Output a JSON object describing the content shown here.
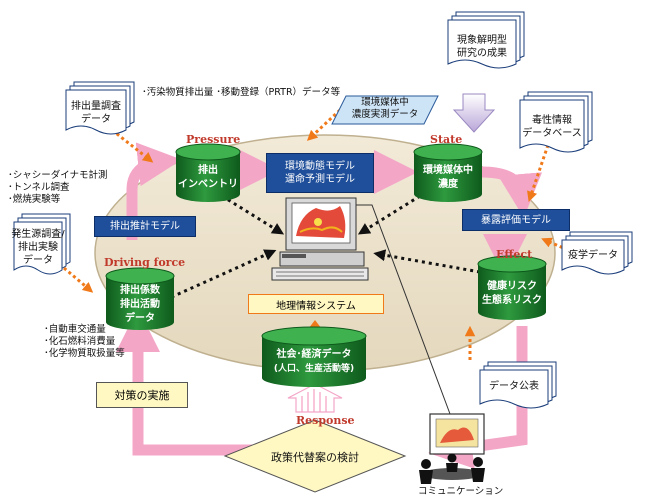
{
  "stages": {
    "pressure": "Pressure",
    "state": "State",
    "driving_force": "Driving force",
    "effect": "Effect",
    "response": "Response"
  },
  "cylinders": {
    "emission_inventory": [
      "排出",
      "インベントリ"
    ],
    "environment_concentration": [
      "環境媒体中",
      "濃度"
    ],
    "emission_activity": [
      "排出係数",
      "排出活動",
      "データ"
    ],
    "health_risk": [
      "健康リスク",
      "生態系リスク"
    ],
    "socio_economic": [
      "社会･経済データ",
      "(人口、生産活動等)"
    ]
  },
  "blue_boxes": {
    "fate_model": [
      "環境動態モデル",
      "運命予測モデル"
    ],
    "emission_estimation_model": "排出推計モデル",
    "exposure_model": "暴露評価モデル"
  },
  "documents": {
    "emission_survey": [
      "排出量調査",
      "データ"
    ],
    "source_survey": [
      "発生源調査/",
      "排出実験",
      "データ"
    ],
    "research_results": [
      "現象解明型",
      "研究の成果"
    ],
    "toxicity_db": [
      "毒性情報",
      "データベース"
    ],
    "epidemiology": "疫学データ",
    "data_publication": "データ公表"
  },
  "parallelogram": [
    "環境媒体中",
    "濃度実測データ"
  ],
  "gis_label": "地理情報システム",
  "countermeasure": "対策の実施",
  "policy_review": "政策代替案の検討",
  "communication": "コミュニケーション",
  "prtr_note": "･汚染物質排出量 ･移動登録（PRTR）データ等",
  "chassis_list": [
    "･シャシーダイナモ計測",
    "･トンネル調査",
    "･燃焼実験等"
  ],
  "activity_list": [
    "･自動車交通量",
    "･化石燃料消費量",
    "･化学物質取扱量等"
  ],
  "colors": {
    "pink_arrow": "#f4a6c7",
    "cylinder_green": "#1a7a2a",
    "blue_box": "#1f4f9a",
    "orange_dots": "#f07a1a",
    "stage_red": "#c0392b",
    "countermeasure_fill": "#fff8c2"
  }
}
